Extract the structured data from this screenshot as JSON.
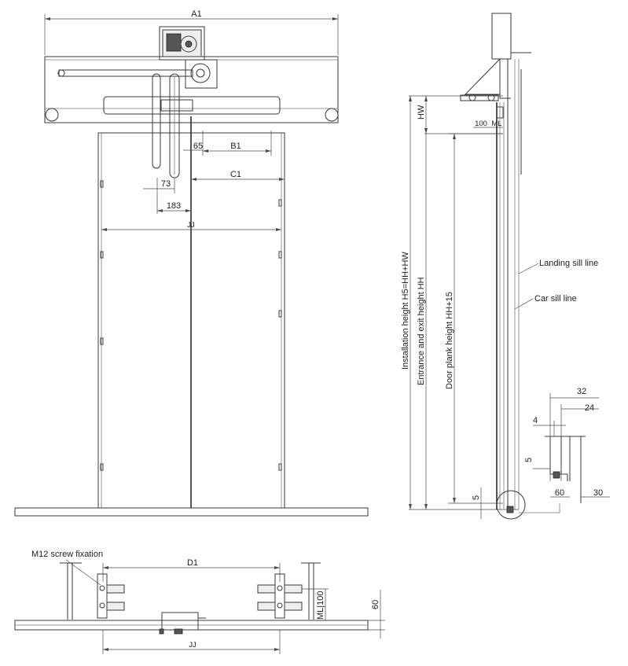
{
  "front_view": {
    "dims": {
      "a1": "A1",
      "b1": "B1",
      "c1": "C1",
      "d65": "65",
      "d73": "73",
      "d183": "183",
      "jj": "JJ"
    }
  },
  "side_view": {
    "dims": {
      "hw": "HW",
      "d100": "100",
      "ml": "ML",
      "installation_height": "Installation height  H5=HH+HW",
      "entrance_height": "Entrance and exit height HH",
      "door_plank_height": "Door plank height HH+15",
      "d5_bottom": "5",
      "d32": "32",
      "d24": "24",
      "d4": "4",
      "d5_detail": "5",
      "d60": "60",
      "d30": "30"
    },
    "labels": {
      "landing_sill": "Landing sill line",
      "car_sill": "Car sill line"
    }
  },
  "plan_view": {
    "dims": {
      "screw": "M12  screw fixation",
      "d1": "D1",
      "ml100": "ML|100",
      "d60": "60",
      "jj": "JJ"
    }
  }
}
